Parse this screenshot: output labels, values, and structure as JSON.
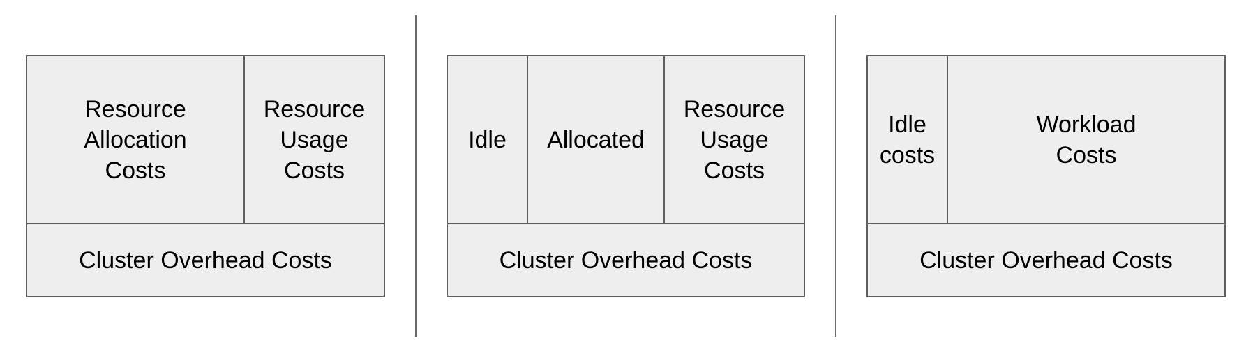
{
  "colors": {
    "fill": "#eeeeee",
    "stroke": "#5f5f5f",
    "divider": "#6b6b6b",
    "text": "#000000"
  },
  "panels": [
    {
      "top_cells": [
        "Resource\nAllocation\nCosts",
        "Resource\nUsage\nCosts"
      ],
      "bottom": "Cluster Overhead Costs"
    },
    {
      "top_cells": [
        "Idle",
        "Allocated",
        "Resource\nUsage\nCosts"
      ],
      "bottom": "Cluster Overhead Costs"
    },
    {
      "top_cells": [
        "Idle\ncosts",
        "Workload\nCosts"
      ],
      "bottom": "Cluster Overhead Costs"
    }
  ]
}
